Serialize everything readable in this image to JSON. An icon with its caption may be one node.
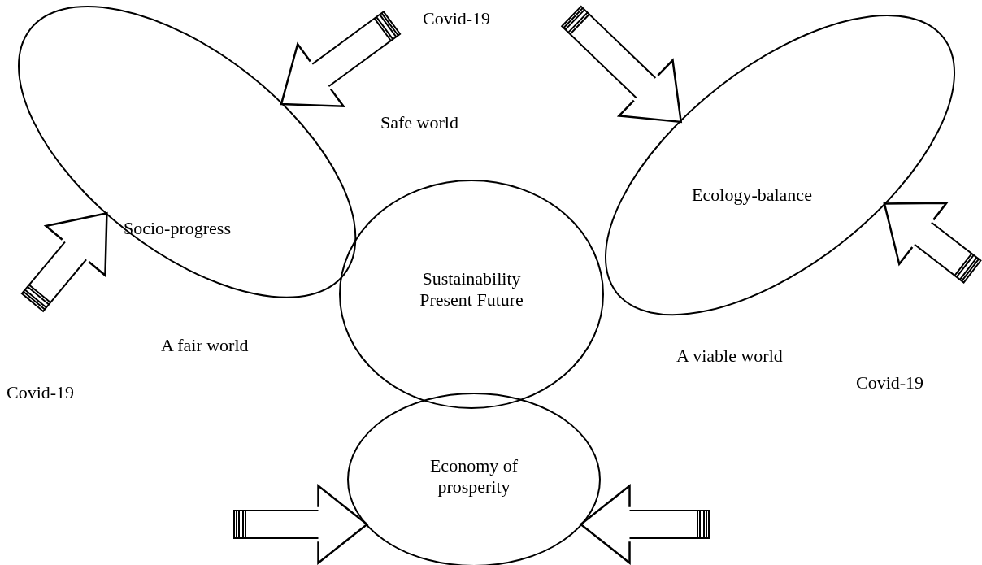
{
  "diagram": {
    "nodes": [
      {
        "text": [
          "Socio-progress"
        ]
      },
      {
        "text": [
          "Ecology-balance"
        ]
      },
      {
        "text": [
          "Sustainability Present Future"
        ]
      },
      {
        "text": [
          "Economy of prosperity"
        ]
      }
    ],
    "edges": [
      {
        "from": null,
        "to": 0,
        "arrow": "to"
      },
      {
        "from": null,
        "to": 1,
        "arrow": "to"
      },
      {
        "from": null,
        "to": 1,
        "arrow": "to"
      },
      {
        "from": null,
        "to": 0,
        "arrow": "to"
      },
      {
        "from": null,
        "to": 3,
        "arrow": "to"
      },
      {
        "from": null,
        "to": 3,
        "arrow": "to"
      }
    ],
    "labels": [
      "Covid-19",
      "Safe world",
      "A fair world",
      "A viable world",
      "Covid-19",
      "Covid-19"
    ]
  }
}
